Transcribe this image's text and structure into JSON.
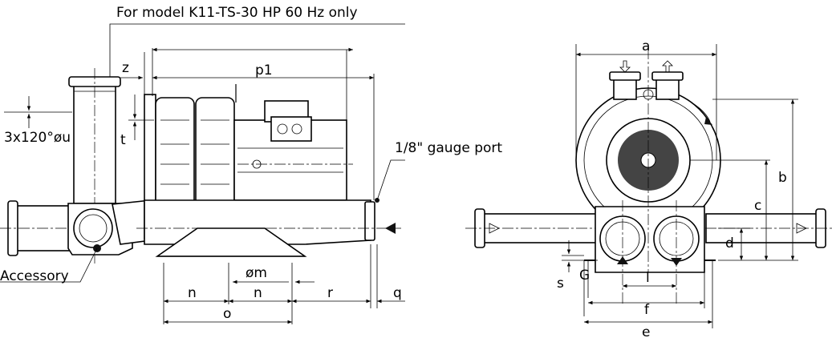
{
  "note": "For model K11-TS-30 HP 60 Hz only",
  "labels": {
    "z": "z",
    "p1": "p1",
    "t": "t",
    "threadspec": "3x120°øu",
    "gauge": "1/8\" gauge port",
    "accessory": "Accessory",
    "n1": "n",
    "n2": "n",
    "o": "o",
    "om": "øm",
    "r": "r",
    "q": "q",
    "a": "a",
    "b": "b",
    "c": "c",
    "d": "d",
    "s": "s",
    "G": "G",
    "l": "l",
    "f": "f",
    "e": "e"
  }
}
